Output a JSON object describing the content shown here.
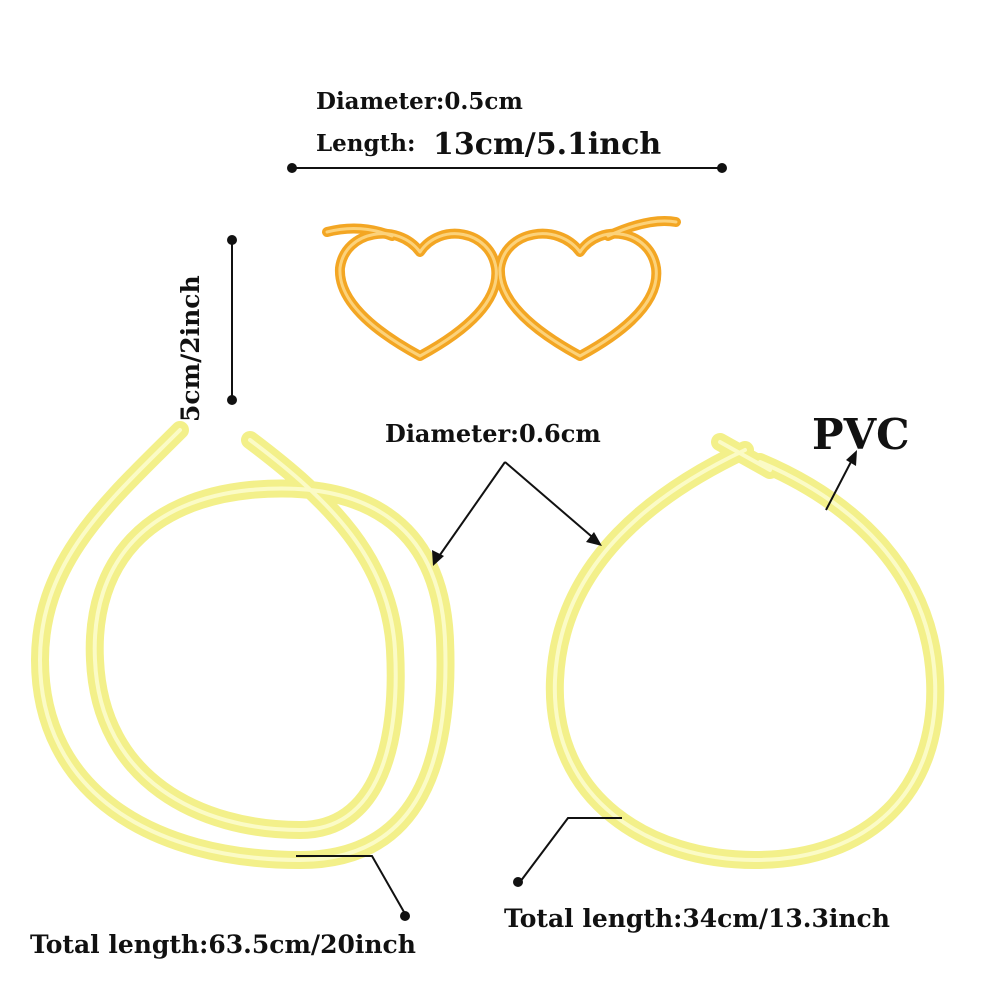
{
  "colors": {
    "straw_yellow": "#f3f08a",
    "straw_highlight": "#fbfbc6",
    "glasses_orange": "#f3a623",
    "glasses_light": "#fcd27a",
    "annotation_ink": "#111111"
  },
  "labels": {
    "glasses_diameter": "Diameter:0.5cm",
    "glasses_length_prefix": "Length:",
    "glasses_length_value": "13cm/5.1inch",
    "height": "5cm/2inch",
    "straw_diameter": "Diameter:0.6cm",
    "material": "PVC",
    "left_total_length": "Total length:63.5cm/20inch",
    "right_total_length": "Total length:34cm/13.3inch"
  }
}
